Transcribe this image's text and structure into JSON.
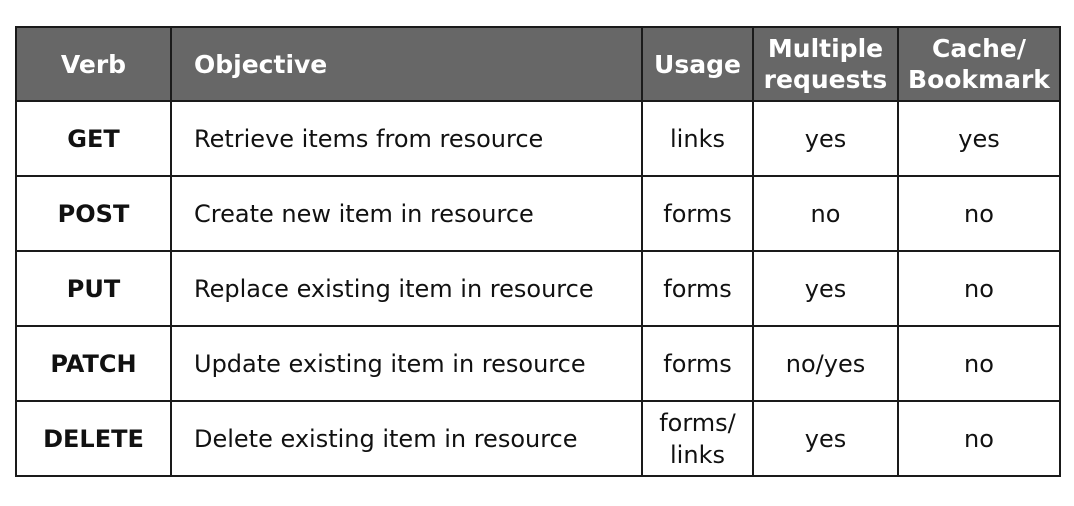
{
  "table": {
    "headers": {
      "verb": "Verb",
      "objective": "Objective",
      "usage": "Usage",
      "multiple": "Multiple\nrequests",
      "cache": "Cache/\nBookmark"
    },
    "rows": [
      {
        "verb": "GET",
        "objective": "Retrieve items from resource",
        "usage": "links",
        "multiple": "yes",
        "cache": "yes"
      },
      {
        "verb": "POST",
        "objective": "Create new item in resource",
        "usage": "forms",
        "multiple": "no",
        "cache": "no"
      },
      {
        "verb": "PUT",
        "objective": "Replace existing item in resource",
        "usage": "forms",
        "multiple": "yes",
        "cache": "no"
      },
      {
        "verb": "PATCH",
        "objective": "Update existing item in resource",
        "usage": "forms",
        "multiple": "no/yes",
        "cache": "no"
      },
      {
        "verb": "DELETE",
        "objective": "Delete existing item in resource",
        "usage": "forms/\nlinks",
        "multiple": "yes",
        "cache": "no"
      }
    ]
  },
  "colors": {
    "header_background": "#676767",
    "header_text": "#ffffff",
    "border": "#1a1a1a"
  }
}
